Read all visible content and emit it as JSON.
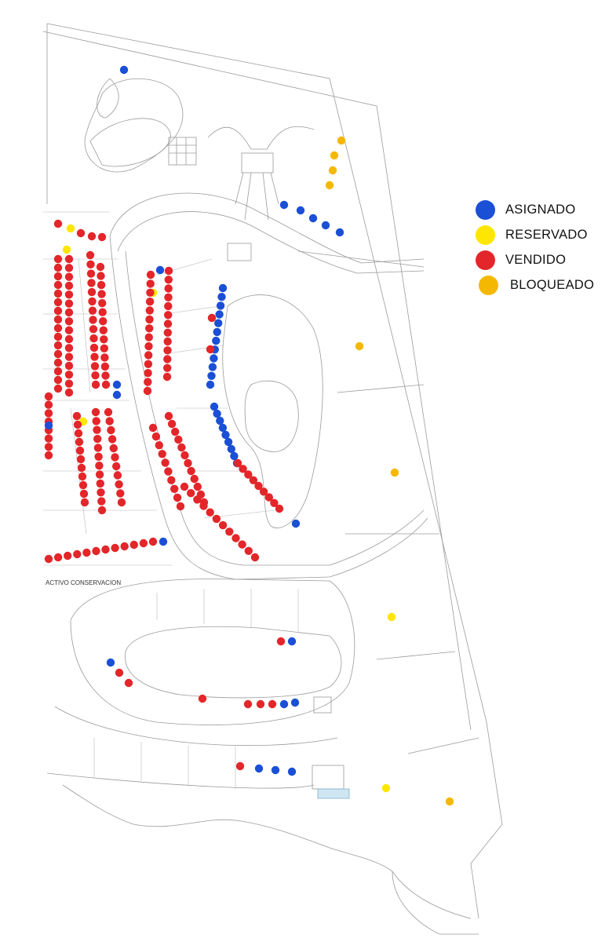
{
  "colors": {
    "asignado": "#1a4fd6",
    "reservado": "#ffe600",
    "vendido": "#e3262a",
    "bloqueado": "#f5b800",
    "lines": "#9a9a9a",
    "water": "#cfe6f2"
  },
  "legend": {
    "items": [
      {
        "key": "asignado",
        "label": "ASIGNADO"
      },
      {
        "key": "reservado",
        "label": "RESERVADO"
      },
      {
        "key": "vendido",
        "label": "VENDIDO"
      },
      {
        "key": "bloqueado",
        "label": "BLOQUEADO"
      }
    ]
  },
  "map": {
    "area_label": "ACTIVO CONSERVACION"
  }
}
